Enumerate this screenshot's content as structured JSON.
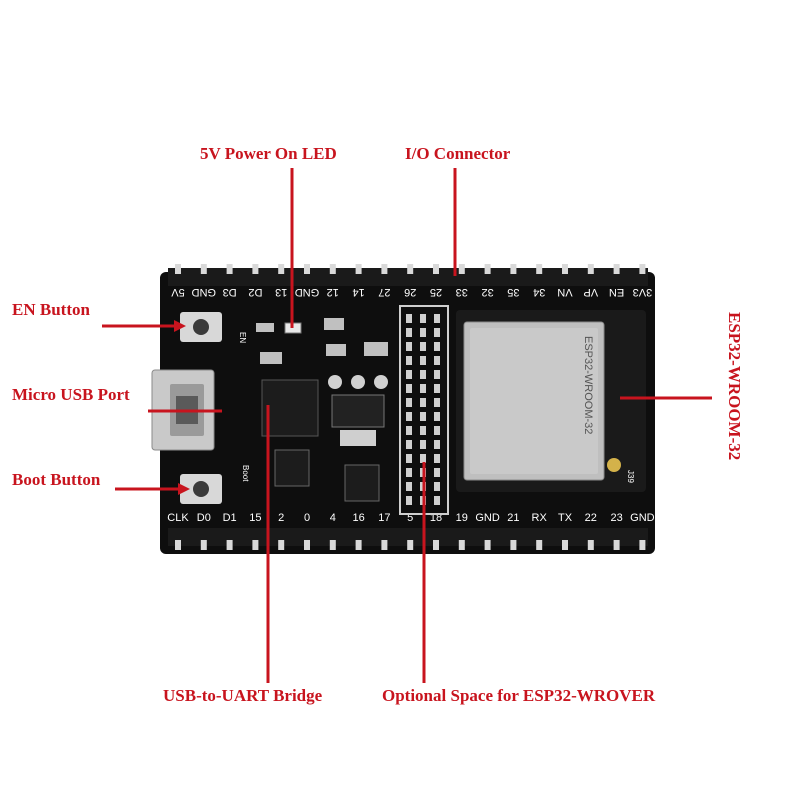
{
  "callouts": {
    "power_led": "5V Power On LED",
    "io_connector": "I/O Connector",
    "en_button": "EN Button",
    "micro_usb": "Micro USB Port",
    "boot_button": "Boot Button",
    "usb_uart": "USB-to-UART Bridge",
    "optional_space": "Optional Space for ESP32-WROVER",
    "module": "ESP32-WROOM-32"
  },
  "board": {
    "top_pins": [
      "5V",
      "GND",
      "D3",
      "D2",
      "13",
      "GND",
      "12",
      "14",
      "27",
      "26",
      "25",
      "33",
      "32",
      "35",
      "34",
      "VN",
      "VP",
      "EN",
      "3V3"
    ],
    "bottom_pins": [
      "CLK",
      "D0",
      "D1",
      "15",
      "2",
      "0",
      "4",
      "16",
      "17",
      "5",
      "18",
      "19",
      "GND",
      "21",
      "RX",
      "TX",
      "22",
      "23",
      "GND"
    ],
    "silk_en": "EN",
    "silk_boot": "Boot",
    "module_text": "ESP32-WROOM-32",
    "antenna_label": "J39"
  },
  "colors": {
    "callout": "#c8141e",
    "pcb": "#111111",
    "module_shield": "#bfbfbf"
  }
}
